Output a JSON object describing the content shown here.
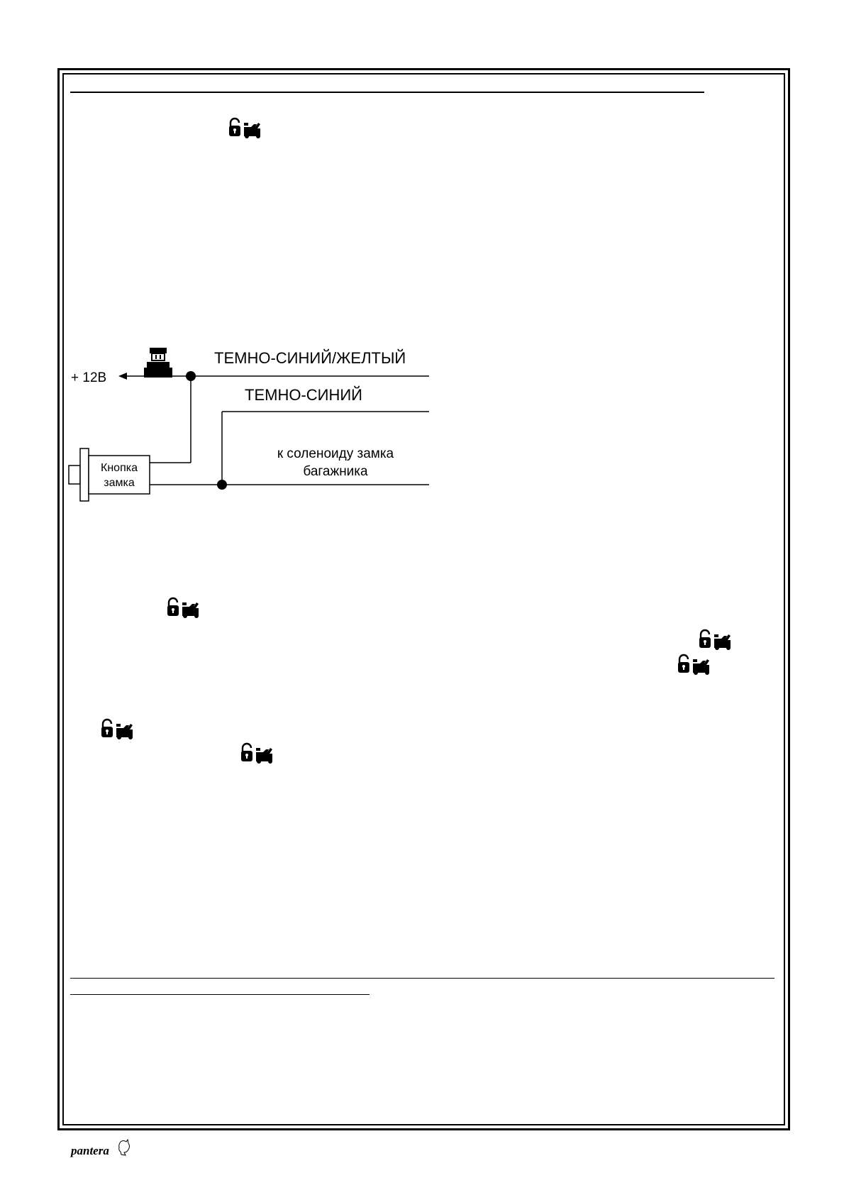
{
  "diagram": {
    "plus_label": "+ 12В",
    "wire1_label": "ТЕМНО-СИНИЙ/ЖЕЛТЫЙ",
    "wire2_label": "ТЕМНО-СИНИЙ",
    "wire3_label_line1": "к соленоиду замка",
    "wire3_label_line2": "багажника",
    "button_label_line1": "Кнопка",
    "button_label_line2": "замка"
  },
  "icons": {
    "trunk_icon": "lock-open-trunk-icon"
  },
  "footer": {
    "logo_text": "pantera"
  }
}
